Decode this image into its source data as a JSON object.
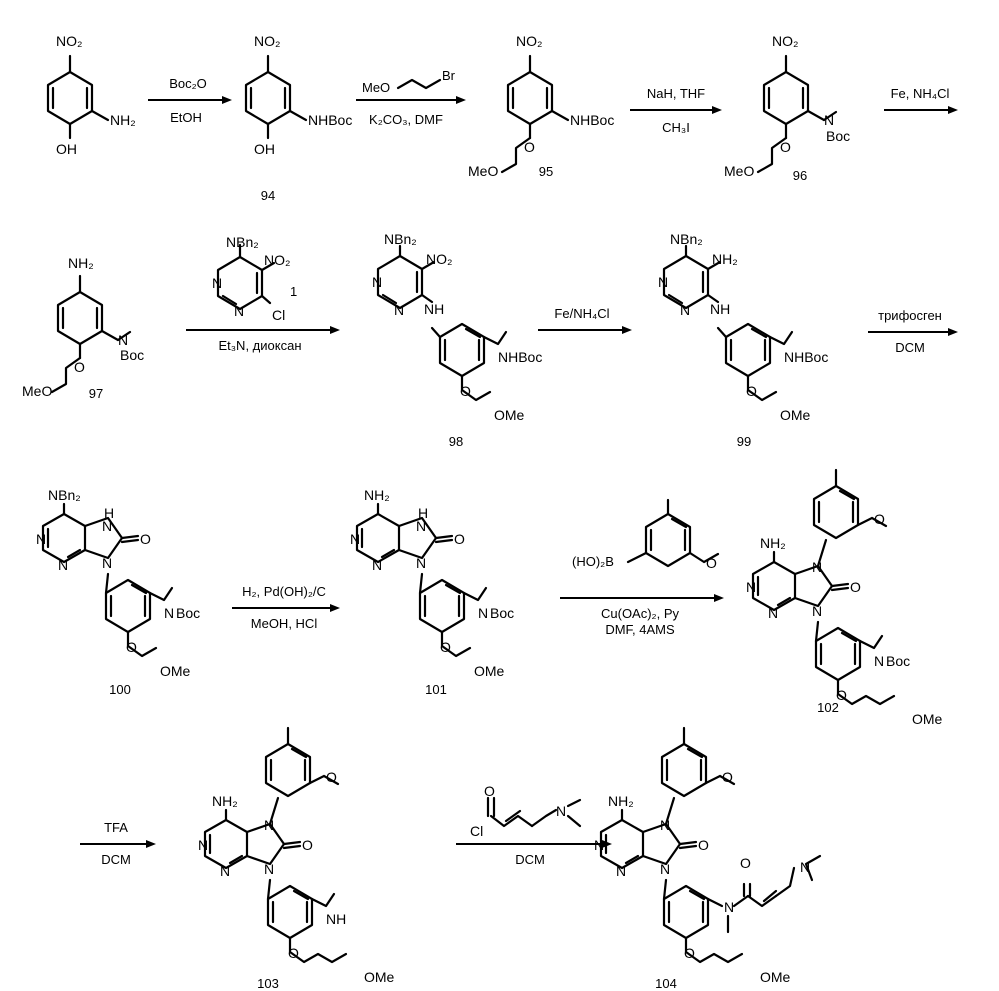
{
  "compounds": {
    "c94": "94",
    "c95": "95",
    "c96": "96",
    "c97": "97",
    "c98": "98",
    "c99": "99",
    "c100": "100",
    "c101": "101",
    "c102": "102",
    "c103": "103",
    "c104": "104"
  },
  "reagents": {
    "r1_top": "Boc₂O",
    "r1_bottom": "EtOH",
    "r2_top": "MeO",
    "r2_top_br": "Br",
    "r2_bottom": "K₂CO₃, DMF",
    "r3_top": "NaH, THF",
    "r3_bottom": "CH₃I",
    "r4_top": "Fe, NH₄Cl",
    "r5_reagent_num": "1",
    "r5_bottom": "Et₃N, диоксан",
    "r6_top": "Fe/NH₄Cl",
    "r7_top": "трифосген",
    "r7_bottom": "DCM",
    "r8_top": "H₂, Pd(OH)₂/C",
    "r8_bottom": "MeOH, HCl",
    "r9_top": "(HO)₂B",
    "r9_bottom1": "Cu(OAc)₂, Py",
    "r9_bottom2": "DMF, 4AMS",
    "r10_top": "TFA",
    "r10_bottom": "DCM",
    "r11_bottom": "DCM"
  },
  "atoms": {
    "no2": "NO₂",
    "nh2": "NH₂",
    "oh": "OH",
    "nhboc": "NHBoc",
    "n": "N",
    "boc": "Boc",
    "meo": "MeO",
    "o": "O",
    "ome": "OMe",
    "nbn2": "NBn₂",
    "nh": "NH",
    "h": "H",
    "cl": "Cl"
  }
}
